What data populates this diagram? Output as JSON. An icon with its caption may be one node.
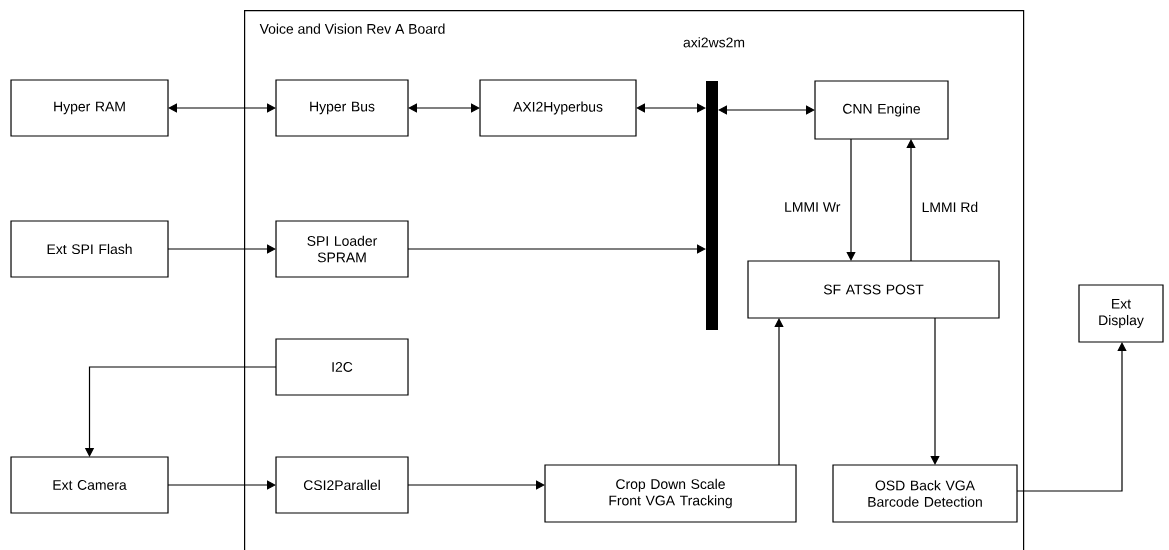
{
  "diagram": {
    "nodes": [
      {
        "text": [
          "Voice and Vision Rev A Board"
        ]
      },
      {
        "text": [
          "Hyper RAM"
        ]
      },
      {
        "text": [
          "Hyper Bus"
        ],
        "in": 0
      },
      {
        "text": [
          "AXI2Hyperbus"
        ],
        "in": 0
      },
      {
        "text": [
          "axi2ws2m"
        ],
        "in": 0
      },
      {
        "text": [
          "CNN Engine"
        ],
        "in": 0
      },
      {
        "text": [
          "Ext SPI Flash"
        ]
      },
      {
        "text": [
          "SPI Loader SPRAM"
        ],
        "in": 0
      },
      {
        "text": [
          "SF ATSS POST"
        ],
        "in": 0
      },
      {
        "text": [
          "Ext Display"
        ]
      },
      {
        "text": [
          "I2C"
        ],
        "in": 0
      },
      {
        "text": [
          "Ext Camera"
        ]
      },
      {
        "text": [
          "CSI2Parallel"
        ],
        "in": 0
      },
      {
        "text": [
          "Crop Down Scale Front VGA Tracking"
        ],
        "in": 0
      },
      {
        "text": [
          "OSD Back VGA Barcode Detection"
        ],
        "in": 0
      }
    ],
    "edges": [
      {
        "from": 1,
        "to": 2,
        "arrow": "both"
      },
      {
        "from": 2,
        "to": 3,
        "arrow": "both"
      },
      {
        "from": 3,
        "to": 4,
        "arrow": "both"
      },
      {
        "from": 4,
        "to": 5,
        "arrow": "both"
      },
      {
        "from": 6,
        "to": 7,
        "arrow": "to"
      },
      {
        "from": 7,
        "to": 4,
        "arrow": "to"
      },
      {
        "from": 5,
        "to": 8,
        "arrow": "to",
        "label": "LMMI Wr"
      },
      {
        "from": 8,
        "to": 5,
        "arrow": "to",
        "label": "LMMI Rd"
      },
      {
        "from": 10,
        "to": 11,
        "arrow": "to"
      },
      {
        "from": 11,
        "to": 12,
        "arrow": "to"
      },
      {
        "from": 12,
        "to": 13,
        "arrow": "to"
      },
      {
        "from": 13,
        "to": 8,
        "arrow": "to"
      },
      {
        "from": 8,
        "to": 14,
        "arrow": "to"
      },
      {
        "from": 14,
        "to": 9,
        "arrow": "to"
      }
    ]
  }
}
